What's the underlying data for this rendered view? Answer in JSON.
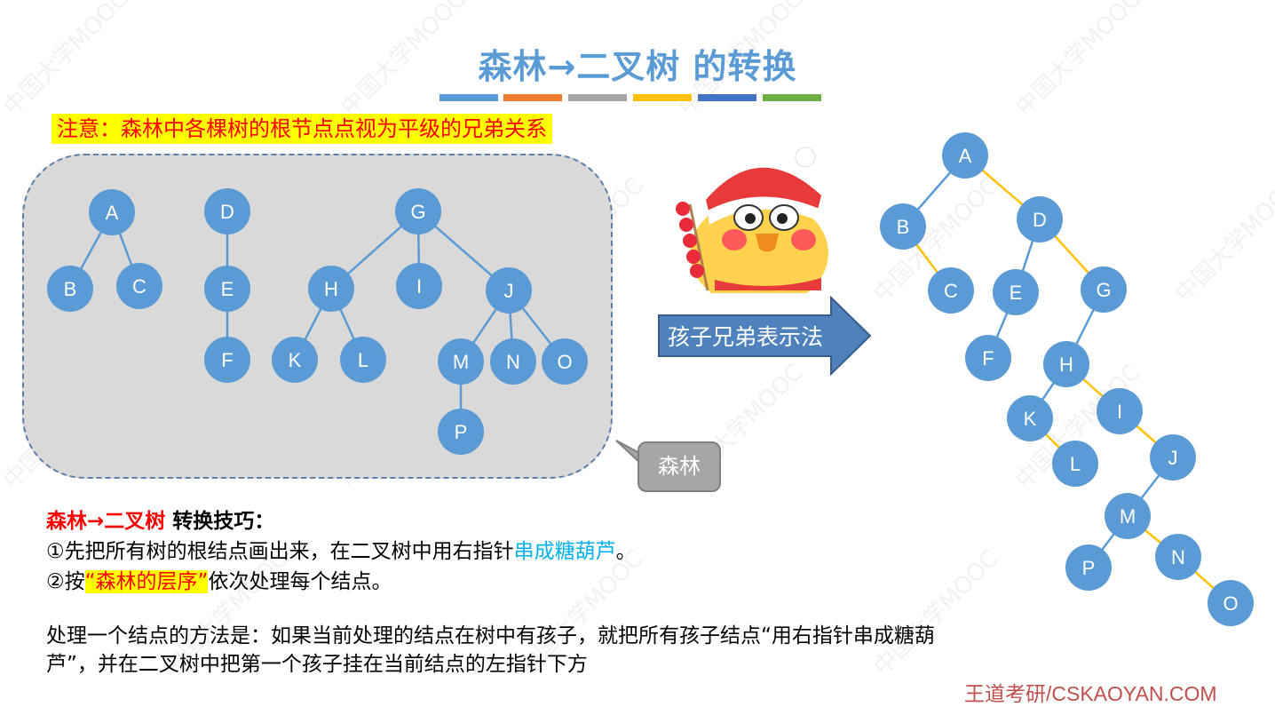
{
  "title": {
    "text": "森林→二叉树 的转换",
    "bar_colors": [
      "#5b9bd5",
      "#ed7d31",
      "#a5a5a5",
      "#ffc000",
      "#4472c4",
      "#70ad47"
    ]
  },
  "note": "注意：森林中各棵树的根节点点视为平级的兄弟关系",
  "forest_callout": "森林",
  "arrow_label": "孩子兄弟表示法",
  "colors": {
    "node": "#5b9bd5",
    "edge_tree": "#5b9bd5",
    "edge_sibling": "#ffc000",
    "accent_red": "#ff0000",
    "accent_cyan": "#00b0f0"
  },
  "forest": {
    "nodes": [
      "A",
      "B",
      "C",
      "D",
      "E",
      "F",
      "G",
      "H",
      "I",
      "J",
      "K",
      "L",
      "M",
      "N",
      "O",
      "P"
    ],
    "edges": [
      [
        "A",
        "B"
      ],
      [
        "A",
        "C"
      ],
      [
        "D",
        "E"
      ],
      [
        "E",
        "F"
      ],
      [
        "G",
        "H"
      ],
      [
        "G",
        "I"
      ],
      [
        "G",
        "J"
      ],
      [
        "H",
        "K"
      ],
      [
        "H",
        "L"
      ],
      [
        "J",
        "M"
      ],
      [
        "J",
        "N"
      ],
      [
        "J",
        "O"
      ],
      [
        "M",
        "P"
      ]
    ]
  },
  "binary_tree": {
    "nodes": [
      "A",
      "B",
      "C",
      "D",
      "E",
      "F",
      "G",
      "H",
      "I",
      "J",
      "K",
      "L",
      "M",
      "N",
      "O",
      "P"
    ],
    "left_edges": [
      [
        "A",
        "B"
      ],
      [
        "D",
        "E"
      ],
      [
        "E",
        "F"
      ],
      [
        "G",
        "H"
      ],
      [
        "H",
        "K"
      ],
      [
        "J",
        "M"
      ],
      [
        "M",
        "P"
      ]
    ],
    "right_edges": [
      [
        "A",
        "D"
      ],
      [
        "B",
        "C"
      ],
      [
        "D",
        "G"
      ],
      [
        "H",
        "I"
      ],
      [
        "I",
        "J"
      ],
      [
        "K",
        "L"
      ],
      [
        "M",
        "N"
      ],
      [
        "N",
        "O"
      ]
    ]
  },
  "tips": {
    "heading_red": "森林→二叉树",
    "heading_rest": " 转换技巧：",
    "step1_pre": "①先把所有树的根结点画出来，在二叉树中用右指针",
    "step1_link": "串成糖葫芦",
    "step1_post": "。",
    "step2_pre": "②按",
    "step2_hl": "“森林的层序”",
    "step2_post": "依次处理每个结点。"
  },
  "method": "处理一个结点的方法是：如果当前处理的结点在树中有孩子，就把所有孩子结点“用右指针串成糖葫芦”，并在二叉树中把第一个孩子挂在当前结点的左指针下方",
  "footer": "王道考研/CSKAOYAN.COM",
  "watermark": "中国大学MOOC"
}
